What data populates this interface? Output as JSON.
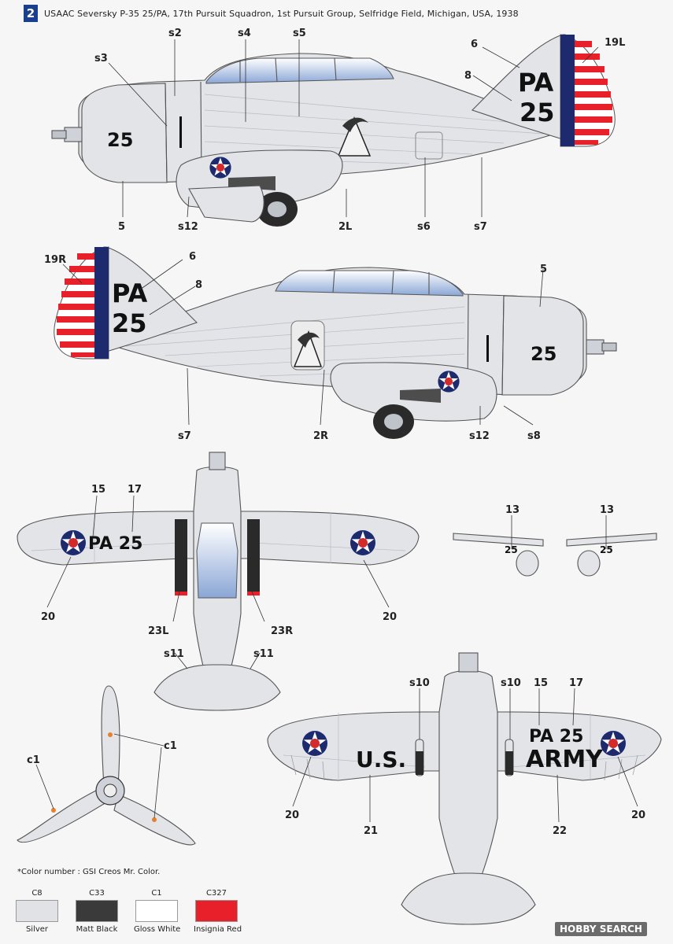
{
  "header": {
    "plate_number": "2",
    "title": "USAAC Seversky P-35 25/PA, 17th Pursuit Squadron, 1st Pursuit Group, Selfridge Field, Michigan, USA, 1938"
  },
  "markings": {
    "squadron_code": "PA",
    "aircraft_number": "25",
    "wing_code": "PA 25",
    "us_text": "U.S.",
    "army_text": "ARMY"
  },
  "callouts": {
    "left_side": [
      "s2",
      "s3",
      "s4",
      "s5",
      "6",
      "19L",
      "8",
      "5",
      "s12",
      "2L",
      "s6",
      "s7"
    ],
    "right_side": [
      "19R",
      "6",
      "8",
      "5",
      "s7",
      "2R",
      "s12",
      "s8"
    ],
    "top_view": [
      "15",
      "17",
      "20",
      "20",
      "23L",
      "23R",
      "s11",
      "s11"
    ],
    "tail_detail": [
      "13",
      "13"
    ],
    "propeller": [
      "c1",
      "c1"
    ],
    "bottom_view": [
      "s10",
      "s10",
      "15",
      "17",
      "20",
      "21",
      "22",
      "20"
    ]
  },
  "color_note": "*Color number : GSI Creos Mr. Color.",
  "colors": [
    {
      "code": "C8",
      "name": "Silver",
      "hex": "#e0e2e6"
    },
    {
      "code": "C33",
      "name": "Matt Black",
      "hex": "#3a3a3a"
    },
    {
      "code": "C1",
      "name": "Gloss White",
      "hex": "#ffffff"
    },
    {
      "code": "C327",
      "name": "Insignia Red",
      "hex": "#e8202a"
    }
  ],
  "insignia": {
    "blue": "#1d2a6e",
    "white": "#ffffff",
    "red": "#d42a2a"
  },
  "watermark": "HOBBY SEARCH"
}
